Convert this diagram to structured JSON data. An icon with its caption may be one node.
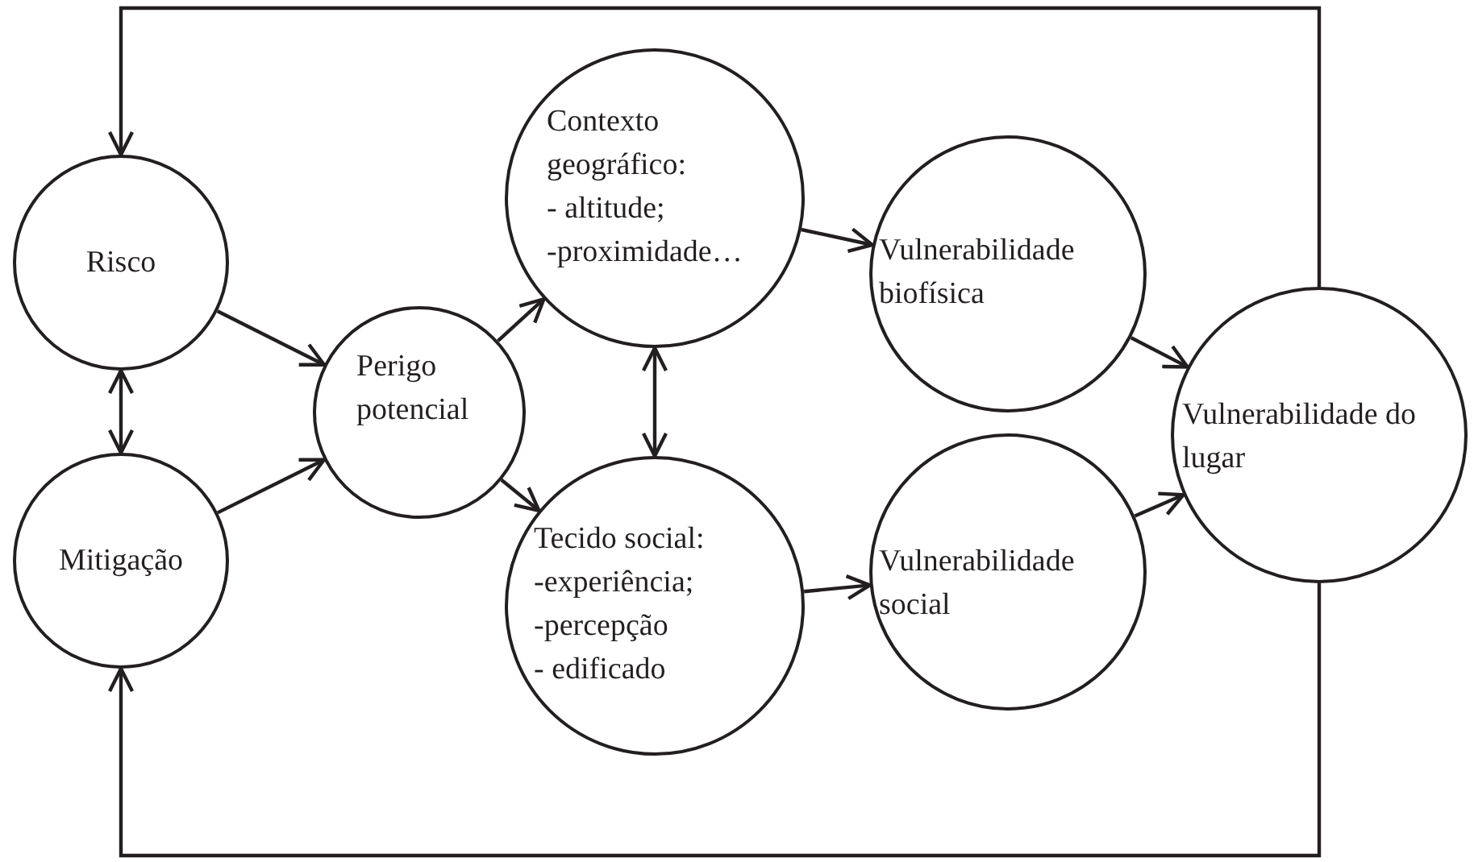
{
  "diagram": {
    "nodes": [
      {
        "text": [
          "Risco"
        ]
      },
      {
        "text": [
          "Mitigação"
        ]
      },
      {
        "text": [
          "Perigo potencial"
        ]
      },
      {
        "text": [
          "Contexto geográfico:",
          "- altitude;",
          "-proximidade…"
        ]
      },
      {
        "text": [
          "Tecido social:",
          "-experiência;",
          "-percepção",
          "- edificado"
        ]
      },
      {
        "text": [
          "Vulnerabilidade biofísica"
        ]
      },
      {
        "text": [
          "Vulnerabilidade social"
        ]
      },
      {
        "text": [
          "Vulnerabilidade do lugar"
        ]
      }
    ],
    "edges": [
      {
        "from": 7,
        "to": 0,
        "arrow": "to"
      },
      {
        "from": 7,
        "to": 1,
        "arrow": "to"
      },
      {
        "from": 0,
        "to": 1,
        "arrow": "both"
      },
      {
        "from": 0,
        "to": 2,
        "arrow": "to"
      },
      {
        "from": 1,
        "to": 2,
        "arrow": "to"
      },
      {
        "from": 2,
        "to": 3,
        "arrow": "to"
      },
      {
        "from": 2,
        "to": 4,
        "arrow": "to"
      },
      {
        "from": 3,
        "to": 4,
        "arrow": "both"
      },
      {
        "from": 3,
        "to": 5,
        "arrow": "to"
      },
      {
        "from": 4,
        "to": 6,
        "arrow": "to"
      },
      {
        "from": 5,
        "to": 7,
        "arrow": "to"
      },
      {
        "from": 6,
        "to": 7,
        "arrow": "to"
      }
    ]
  }
}
